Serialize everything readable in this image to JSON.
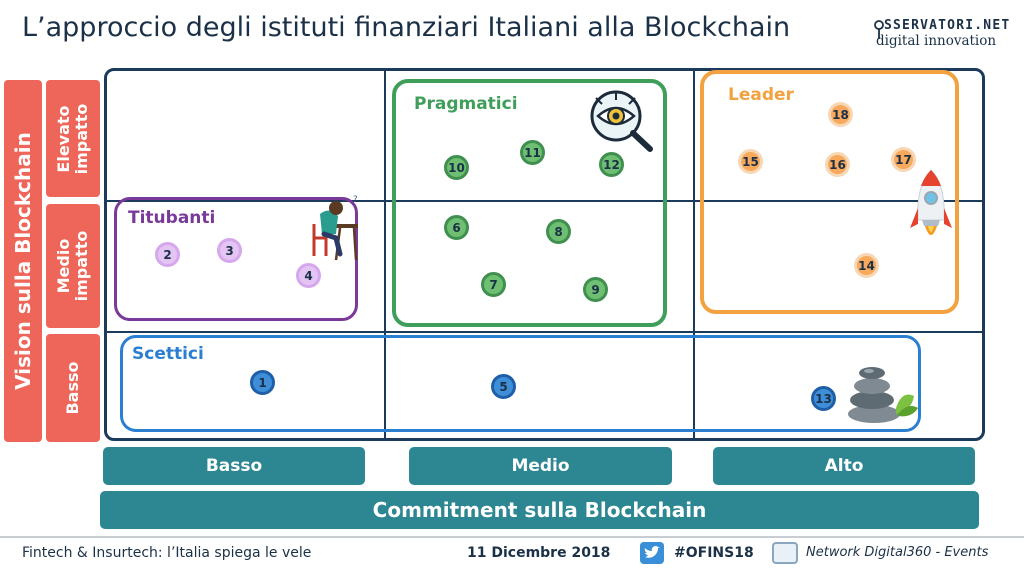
{
  "title": "L’approccio degli istituti finanziari Italiani alla Blockchain",
  "logo": {
    "top": "SSERVATORI.NET",
    "bottom": "digital innovation"
  },
  "y_axis": {
    "label": "Vision sulla Blockchain",
    "rows": [
      "Elevato impatto",
      "Medio impatto",
      "Basso"
    ]
  },
  "x_axis": {
    "label": "Commitment sulla Blockchain",
    "cols": [
      "Basso",
      "Medio",
      "Alto"
    ]
  },
  "groups": {
    "titubanti": "Titubanti",
    "pragmatici": "Pragmatici",
    "leader": "Leader",
    "scettici": "Scettici"
  },
  "bubbles": [
    "1",
    "2",
    "3",
    "4",
    "5",
    "6",
    "7",
    "8",
    "9",
    "10",
    "11",
    "12",
    "13",
    "14",
    "15",
    "16",
    "17",
    "18"
  ],
  "colors": {
    "titubanti": "#7a3a9a",
    "pragmatici": "#3f9f5a",
    "leader": "#f2a240",
    "scettici": "#2a7fd0",
    "axis": "#ee6659",
    "bar": "#2c8793"
  },
  "footer": {
    "event": "Fintech & Insurtech: l’Italia spiega le vele",
    "date": "11 Dicembre 2018",
    "hashtag": "#OFINS18",
    "network": "Network Digital360 - Events"
  }
}
